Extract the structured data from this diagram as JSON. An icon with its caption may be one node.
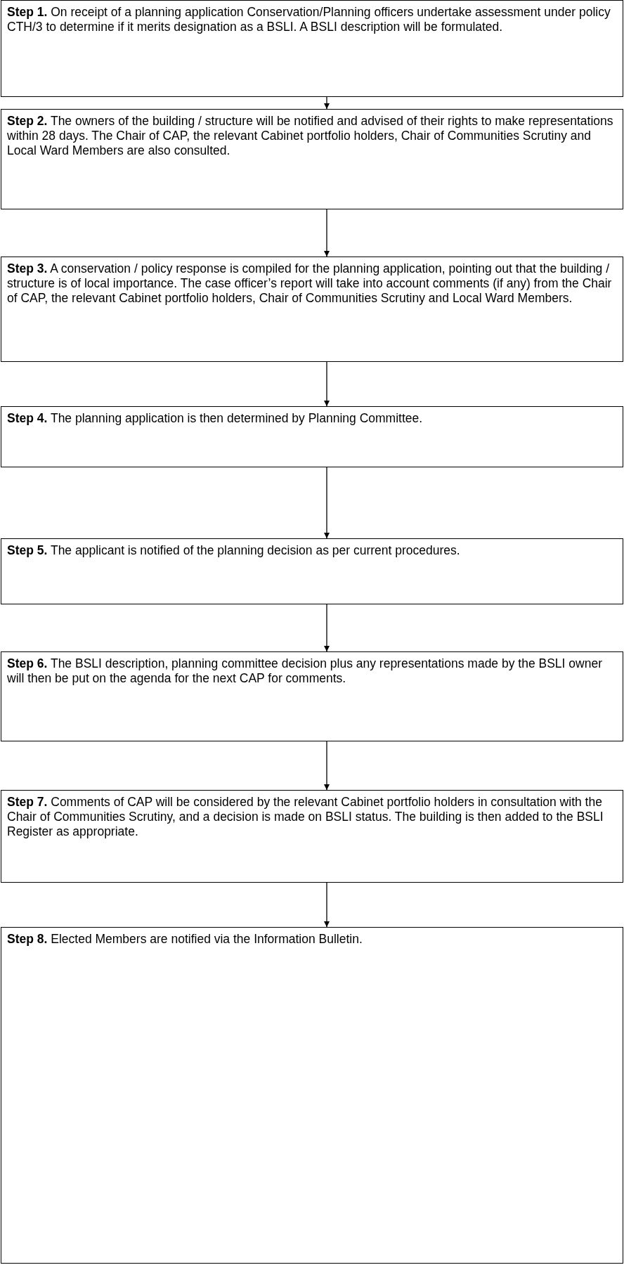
{
  "diagram": {
    "nodes": [
      {
        "text": [
          "**Step 1.** On receipt of a planning application Conservation/Planning officers undertake assessment under policy CTH/3 to determine if it merits designation as a BSLI. A BSLI description will be formulated."
        ]
      },
      {
        "text": [
          "**Step 2.**  The owners of the building / structure will be notified and advised of their rights to make representations within 28 days. The Chair of CAP, the relevant Cabinet portfolio holders, Chair of Communities Scrutiny and Local Ward Members are also consulted."
        ]
      },
      {
        "text": [
          "**Step 3.**  A conservation / policy response is compiled for the planning application, pointing out that the building / structure is of local importance. The case officer’s report will take into account comments (if any) from the Chair of CAP, the relevant Cabinet portfolio holders, Chair of Communities Scrutiny and Local Ward Members."
        ]
      },
      {
        "text": [
          "**Step 4.** The planning application is then determined by Planning Committee."
        ]
      },
      {
        "text": [
          "**Step 5.**  The applicant is notified of the planning decision as per current procedures."
        ]
      },
      {
        "text": [
          "**Step 6.** The BSLI description, planning committee decision plus any representations made by the BSLI owner will then be put on the agenda for the next CAP for comments."
        ]
      },
      {
        "text": [
          "**Step 7.** Comments of CAP will be considered by the relevant Cabinet portfolio holders in consultation with the Chair of Communities Scrutiny, and a decision is made on BSLI status. The building is then added to the BSLI Register as appropriate."
        ]
      },
      {
        "text": [
          "**Step 8.**  Elected Members are notified via the Information Bulletin."
        ]
      }
    ],
    "edges": [
      {
        "from": 0,
        "to": 1,
        "arrow": "to"
      },
      {
        "from": 1,
        "to": 2,
        "arrow": "to"
      },
      {
        "from": 2,
        "to": 3,
        "arrow": "to"
      },
      {
        "from": 3,
        "to": 4,
        "arrow": "to"
      },
      {
        "from": 4,
        "to": 5,
        "arrow": "to"
      },
      {
        "from": 5,
        "to": 6,
        "arrow": "to"
      },
      {
        "from": 6,
        "to": 7,
        "arrow": "to"
      }
    ]
  }
}
